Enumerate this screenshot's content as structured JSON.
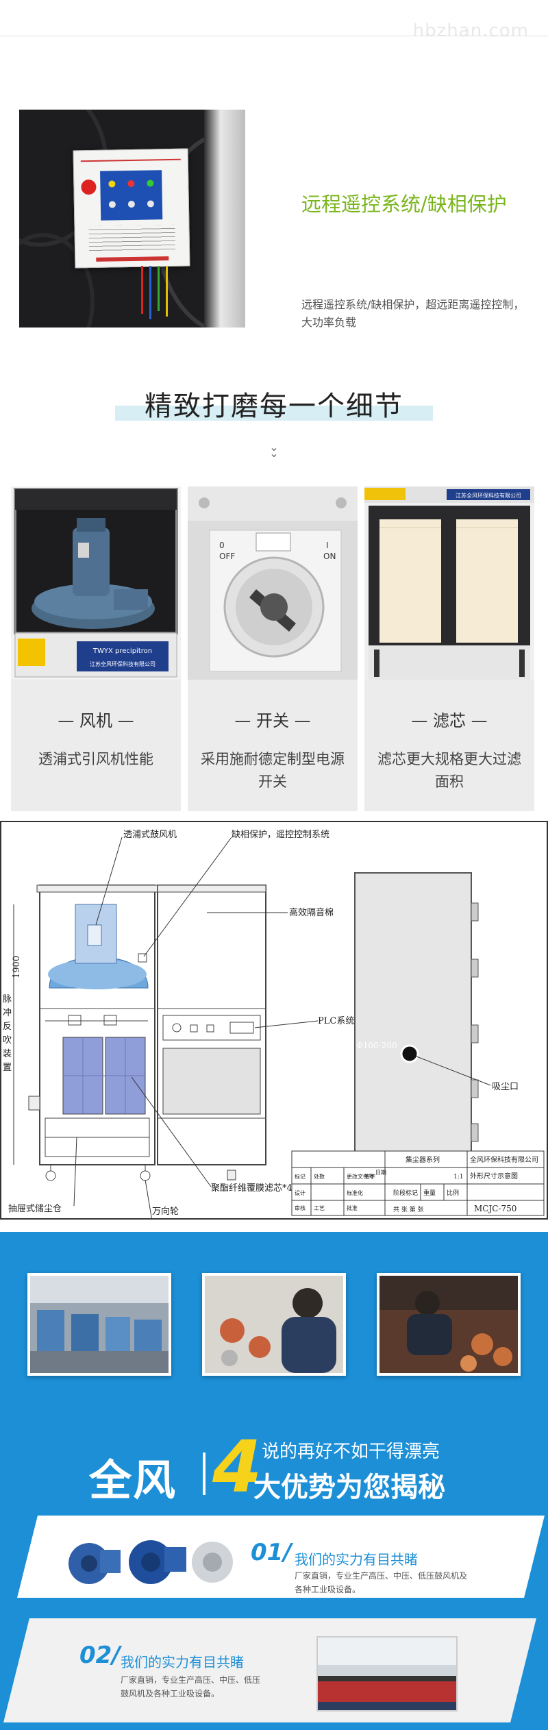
{
  "watermark": "hbzhan.com",
  "remote": {
    "title": "远程遥控系统/缺相保护",
    "description": "远程遥控系统/缺相保护，超远距离遥控控制，大功率负载"
  },
  "details": {
    "heading": "精致打磨每一个细节",
    "cards": [
      {
        "name": "— 风机 —",
        "desc": "透浦式引风机性能",
        "plate": "TWYX precipitron",
        "company": "江苏全风环保科技有限公司"
      },
      {
        "name": "— 开关 —",
        "desc": "采用施耐德定制型电源开关",
        "off": "OFF",
        "on": "ON",
        "zero": "0",
        "one": "I"
      },
      {
        "name": "— 滤芯 —",
        "desc": "滤芯更大规格更大过滤面积",
        "company": "江苏全风环保科技有限公司"
      }
    ]
  },
  "drawing": {
    "labels": {
      "fan": "透浦式鼓风机",
      "protect": "缺相保护，遥控控制系统",
      "cotton": "高效隔音棉",
      "height": "1900",
      "pulse": [
        "脉",
        "冲",
        "反",
        "吹",
        "装",
        "置"
      ],
      "plc": "PLC系统",
      "filter": "聚酯纤维覆膜滤芯*4",
      "drawer": "抽屉式储尘仓",
      "wheel": "万向轮",
      "inlet": "吸尘口",
      "inlet_dim": "Φ100-200"
    },
    "titleblock": {
      "series": "集尘器系列",
      "company": "全风环保科技有限公司",
      "drawing": "外形尺寸示意图",
      "model": "MCJC-750",
      "marks": [
        "标记",
        "处数",
        "更改文件号",
        "签字",
        "日期"
      ],
      "stage": "阶段标记",
      "weight": "重量",
      "ratio": "比例",
      "scale": "1:1",
      "design": "设计",
      "standard": "标准化",
      "review": "审核",
      "process": "工艺",
      "approve": "批准",
      "sheets": "共 张 第 张"
    }
  },
  "promo": {
    "brand": "全风",
    "number": "4",
    "top": "说的再好不如干得漂亮",
    "bottom": "大优势为您揭秘",
    "items": [
      {
        "num": "01/",
        "title": "我们的实力有目共睹",
        "desc": "厂家直销，专业生产高压、中压、低压鼓风机及各种工业吸设备。"
      },
      {
        "num": "02/",
        "title": "我们的实力有目共睹",
        "desc": "厂家直销，专业生产高压、中压、低压鼓风机及各种工业吸设备。"
      }
    ]
  },
  "colors": {
    "accent_green": "#7ab51d",
    "brand_blue": "#1c8fd6",
    "highlight_yellow": "#f7d21a"
  }
}
